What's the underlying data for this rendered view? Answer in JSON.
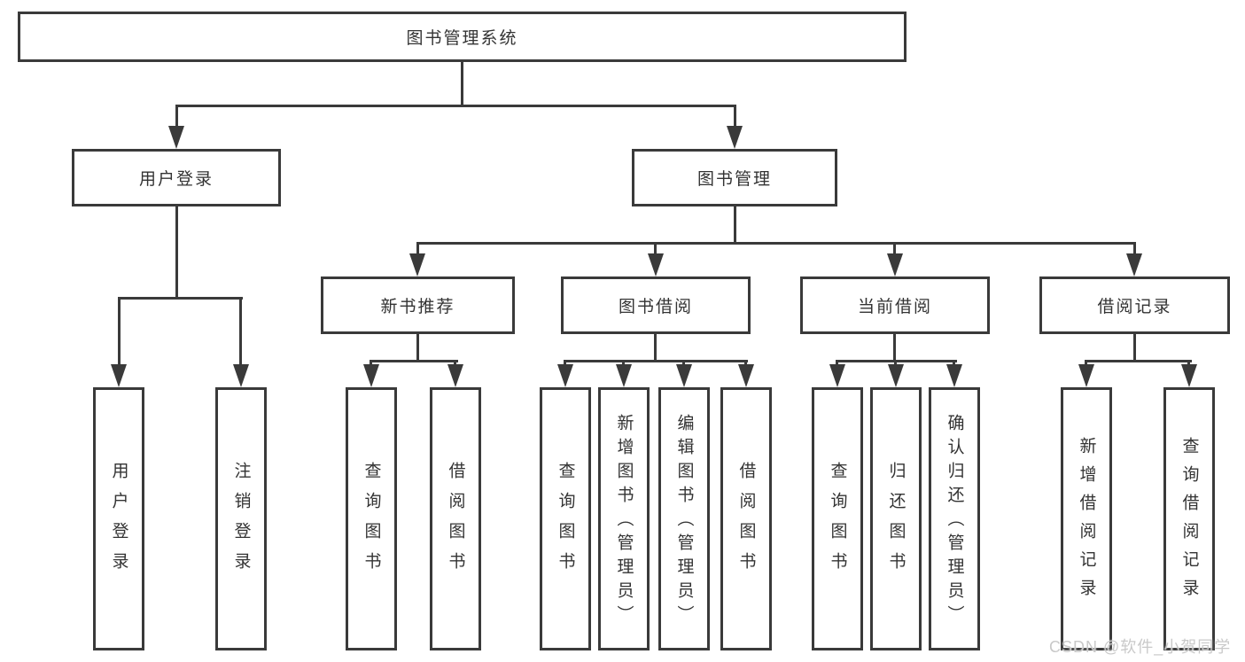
{
  "diagram": {
    "root": {
      "label": "图书管理系统"
    },
    "branches": [
      {
        "label": "用户登录",
        "children": [
          {
            "label": "用户登录"
          },
          {
            "label": "注销登录"
          }
        ]
      },
      {
        "label": "图书管理",
        "children": [
          {
            "label": "新书推荐",
            "children": [
              {
                "label": "查询图书"
              },
              {
                "label": "借阅图书"
              }
            ]
          },
          {
            "label": "图书借阅",
            "children": [
              {
                "label": "查询图书"
              },
              {
                "label": "新增图书（管理员）"
              },
              {
                "label": "编辑图书（管理员）"
              },
              {
                "label": "借阅图书"
              }
            ]
          },
          {
            "label": "当前借阅",
            "children": [
              {
                "label": "查询图书"
              },
              {
                "label": "归还图书"
              },
              {
                "label": "确认归还（管理员）"
              }
            ]
          },
          {
            "label": "借阅记录",
            "children": [
              {
                "label": "新增借阅记录"
              },
              {
                "label": "查询借阅记录"
              }
            ]
          }
        ]
      }
    ]
  },
  "watermark": {
    "text": "CSDN @软件_小贺同学"
  },
  "colors": {
    "line": "#3a3a3a",
    "text": "#333333",
    "background": "#ffffff",
    "watermark": "#c9c9c9"
  }
}
